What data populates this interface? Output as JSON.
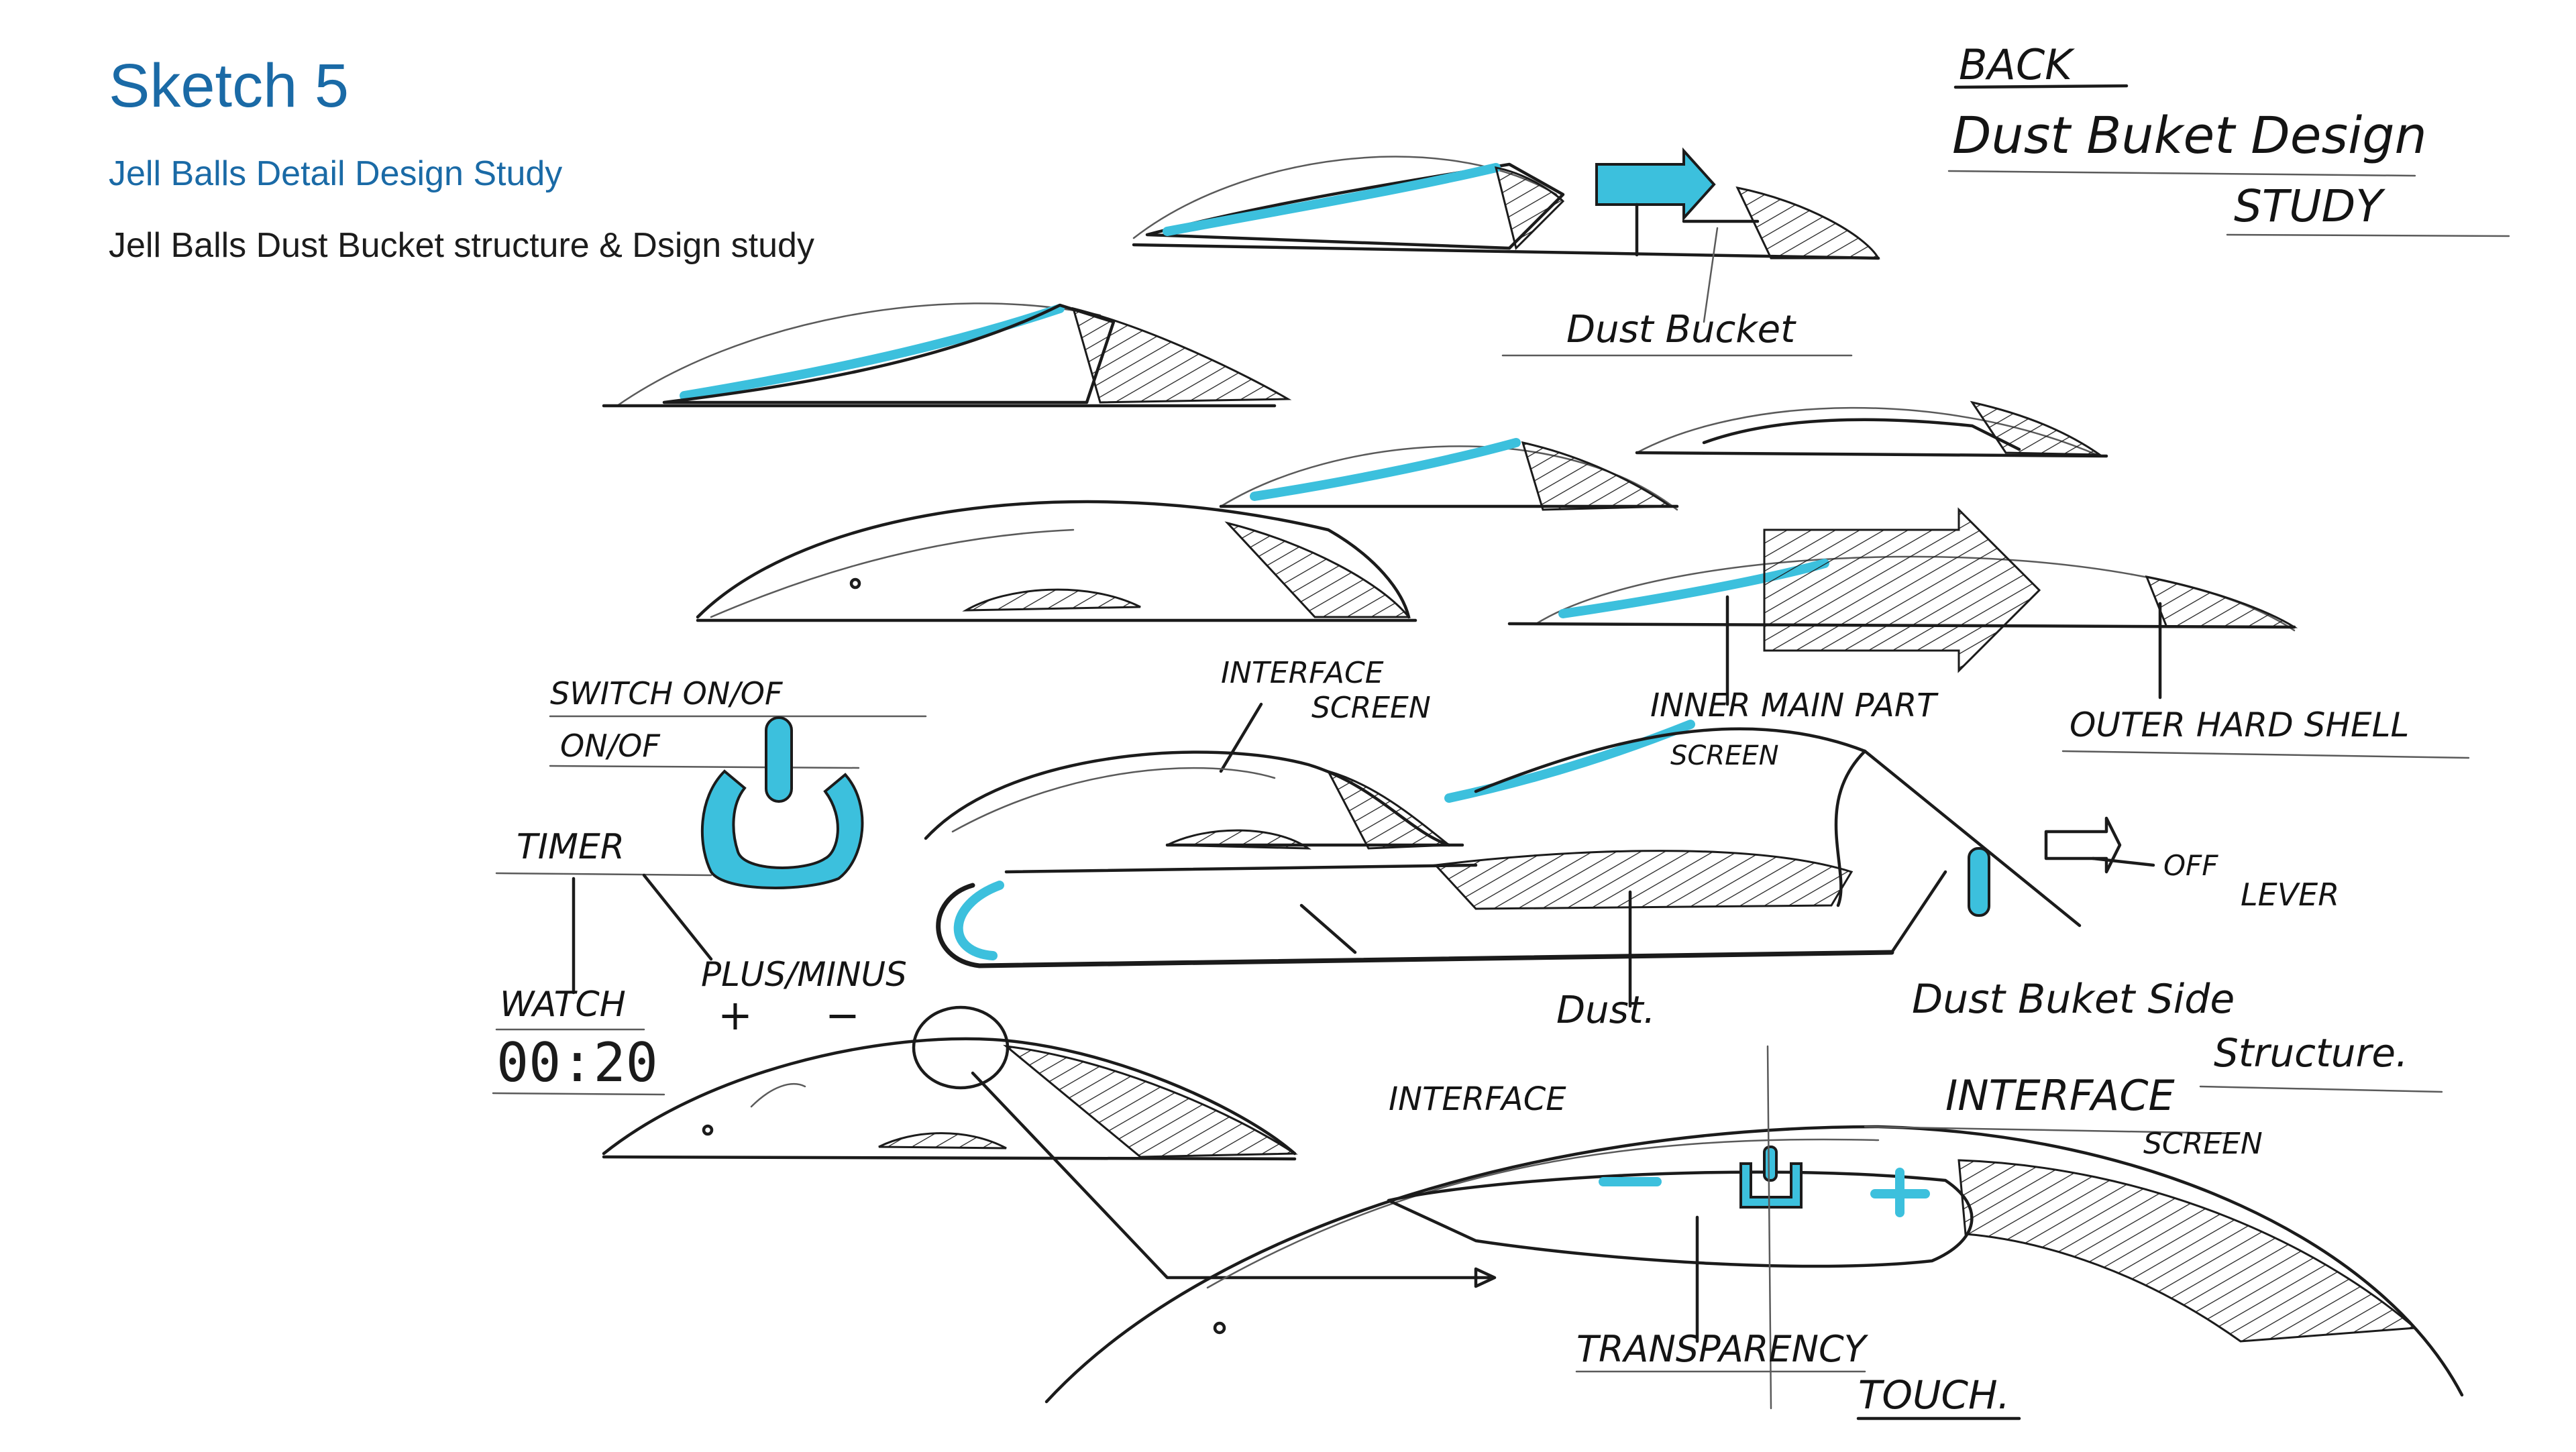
{
  "header": {
    "title": "Sketch 5",
    "subtitle": "Jell Balls Detail Design Study",
    "description": "Jell Balls Dust Bucket structure & Dsign study"
  },
  "annotations": {
    "back": "BACK",
    "dust_bucket_design_line1": "Dust Buket Design",
    "dust_bucket_design_line2": "STUDY",
    "dust_bucket": "Dust Bucket",
    "interface_screen_1": "INTERFACE",
    "interface_screen_2": "SCREEN",
    "inner_main_part": "INNER MAIN PART",
    "screen": "SCREEN",
    "outer_hard_shell": "OUTER HARD SHELL",
    "switch_on_off": "SWITCH ON/OF",
    "on_off": "ON/OF",
    "timer": "TIMER",
    "off_lever_off": "OFF",
    "off_lever_lever": "LEVER",
    "plus_minus": "PLUS/MINUS",
    "plus_sign": "+",
    "minus_sign": "−",
    "watch": "WATCH",
    "watch_time": "00:20",
    "dust": "Dust.",
    "dust_bucket_side_line1": "Dust Buket Side",
    "dust_bucket_side_line2": "Structure.",
    "interface_left": "INTERFACE",
    "interface_right_1": "INTERFACE",
    "interface_right_2": "SCREEN",
    "transparency": "TRANSPARENCY",
    "touch": "TOUCH."
  },
  "colors": {
    "title_blue": "#1a6aa6",
    "marker_cyan": "#3cc0dd",
    "ink": "#1b1b1b"
  }
}
